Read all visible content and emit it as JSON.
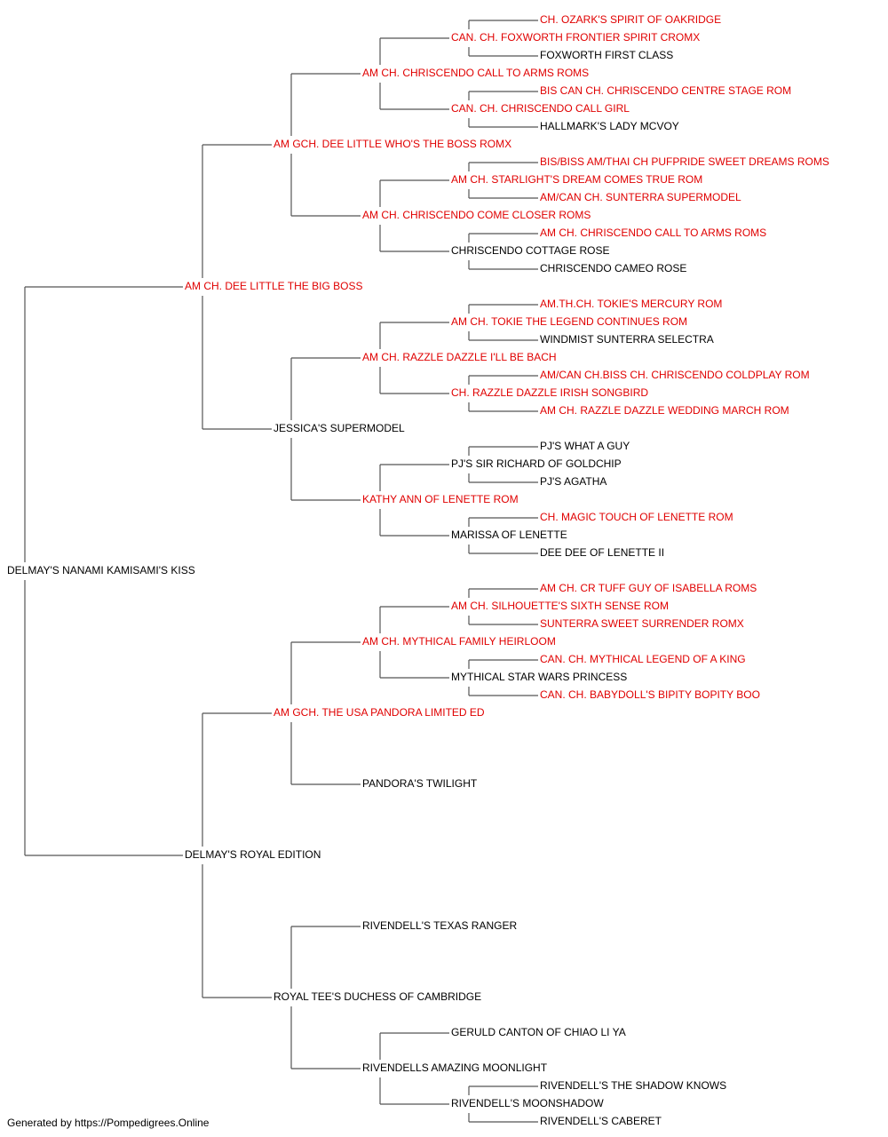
{
  "colors": {
    "champion": "#e00000",
    "normal": "#000000",
    "line": "#555555"
  },
  "footer": "Generated by https://Pompedigrees.Online",
  "pedigree": {
    "name": "DELMAY'S NANAMI KAMISAMI'S KISS",
    "ch": false,
    "sire": {
      "name": "AM CH. DEE LITTLE THE BIG BOSS",
      "ch": true,
      "sire": {
        "name": "AM GCH. DEE LITTLE WHO'S THE BOSS ROMX",
        "ch": true,
        "sire": {
          "name": "AM CH. CHRISCENDO CALL TO ARMS ROMS",
          "ch": true,
          "sire": {
            "name": "CAN. CH. FOXWORTH FRONTIER SPIRIT CROMX",
            "ch": true,
            "sire": {
              "name": "CH. OZARK'S SPIRIT OF OAKRIDGE",
              "ch": true
            },
            "dam": {
              "name": "FOXWORTH FIRST CLASS",
              "ch": false
            }
          },
          "dam": {
            "name": "CAN. CH. CHRISCENDO CALL GIRL",
            "ch": true,
            "sire": {
              "name": "BIS CAN CH. CHRISCENDO CENTRE STAGE ROM",
              "ch": true
            },
            "dam": {
              "name": "HALLMARK'S LADY MCVOY",
              "ch": false
            }
          }
        },
        "dam": {
          "name": "AM CH. CHRISCENDO COME CLOSER ROMS",
          "ch": true,
          "sire": {
            "name": "AM CH. STARLIGHT'S DREAM COMES TRUE ROM",
            "ch": true,
            "sire": {
              "name": "BIS/BISS AM/THAI CH PUFPRIDE SWEET DREAMS ROMS",
              "ch": true
            },
            "dam": {
              "name": "AM/CAN CH. SUNTERRA SUPERMODEL",
              "ch": true
            }
          },
          "dam": {
            "name": "CHRISCENDO COTTAGE ROSE",
            "ch": false,
            "sire": {
              "name": "AM CH. CHRISCENDO CALL TO ARMS ROMS",
              "ch": true
            },
            "dam": {
              "name": "CHRISCENDO CAMEO ROSE",
              "ch": false
            }
          }
        }
      },
      "dam": {
        "name": "JESSICA'S SUPERMODEL",
        "ch": false,
        "sire": {
          "name": "AM CH. RAZZLE DAZZLE I'LL BE BACH",
          "ch": true,
          "sire": {
            "name": "AM CH. TOKIE THE LEGEND CONTINUES ROM",
            "ch": true,
            "sire": {
              "name": "AM.TH.CH. TOKIE'S MERCURY ROM",
              "ch": true
            },
            "dam": {
              "name": "WINDMIST SUNTERRA SELECTRA",
              "ch": false
            }
          },
          "dam": {
            "name": "CH. RAZZLE DAZZLE IRISH SONGBIRD",
            "ch": true,
            "sire": {
              "name": "AM/CAN CH.BISS CH. CHRISCENDO COLDPLAY ROM",
              "ch": true
            },
            "dam": {
              "name": "AM CH. RAZZLE DAZZLE WEDDING MARCH ROM",
              "ch": true
            }
          }
        },
        "dam": {
          "name": "KATHY ANN OF LENETTE ROM",
          "ch": true,
          "sire": {
            "name": "PJ'S SIR RICHARD OF GOLDCHIP",
            "ch": false,
            "sire": {
              "name": "PJ'S WHAT A GUY",
              "ch": false
            },
            "dam": {
              "name": "PJ'S AGATHA",
              "ch": false
            }
          },
          "dam": {
            "name": "MARISSA OF LENETTE",
            "ch": false,
            "sire": {
              "name": "CH. MAGIC TOUCH OF LENETTE ROM",
              "ch": true
            },
            "dam": {
              "name": "DEE DEE OF LENETTE II",
              "ch": false
            }
          }
        }
      }
    },
    "dam": {
      "name": "DELMAY'S ROYAL EDITION",
      "ch": false,
      "sire": {
        "name": "AM GCH. THE USA PANDORA LIMITED ED",
        "ch": true,
        "sire": {
          "name": "AM CH. MYTHICAL FAMILY HEIRLOOM",
          "ch": true,
          "sire": {
            "name": "AM CH. SILHOUETTE'S SIXTH SENSE ROM",
            "ch": true,
            "sire": {
              "name": "AM CH. CR TUFF GUY OF ISABELLA ROMS",
              "ch": true
            },
            "dam": {
              "name": "SUNTERRA SWEET SURRENDER ROMX",
              "ch": true
            }
          },
          "dam": {
            "name": "MYTHICAL STAR WARS PRINCESS",
            "ch": false,
            "sire": {
              "name": "CAN. CH. MYTHICAL LEGEND OF A KING",
              "ch": true
            },
            "dam": {
              "name": "CAN. CH. BABYDOLL'S BIPITY BOPITY BOO",
              "ch": true
            }
          }
        },
        "dam": {
          "name": "PANDORA'S TWILIGHT",
          "ch": false
        }
      },
      "dam": {
        "name": "ROYAL TEE'S DUCHESS OF CAMBRIDGE",
        "ch": false,
        "sire": {
          "name": "RIVENDELL'S TEXAS RANGER",
          "ch": false
        },
        "dam": {
          "name": "RIVENDELLS AMAZING MOONLIGHT",
          "ch": false,
          "sire": {
            "name": "GERULD CANTON OF CHIAO LI YA",
            "ch": false
          },
          "dam": {
            "name": "RIVENDELL'S MOONSHADOW",
            "ch": false,
            "sire": {
              "name": "RIVENDELL'S THE SHADOW KNOWS",
              "ch": false
            },
            "dam": {
              "name": "RIVENDELL'S CABERET",
              "ch": false
            }
          }
        }
      }
    }
  }
}
